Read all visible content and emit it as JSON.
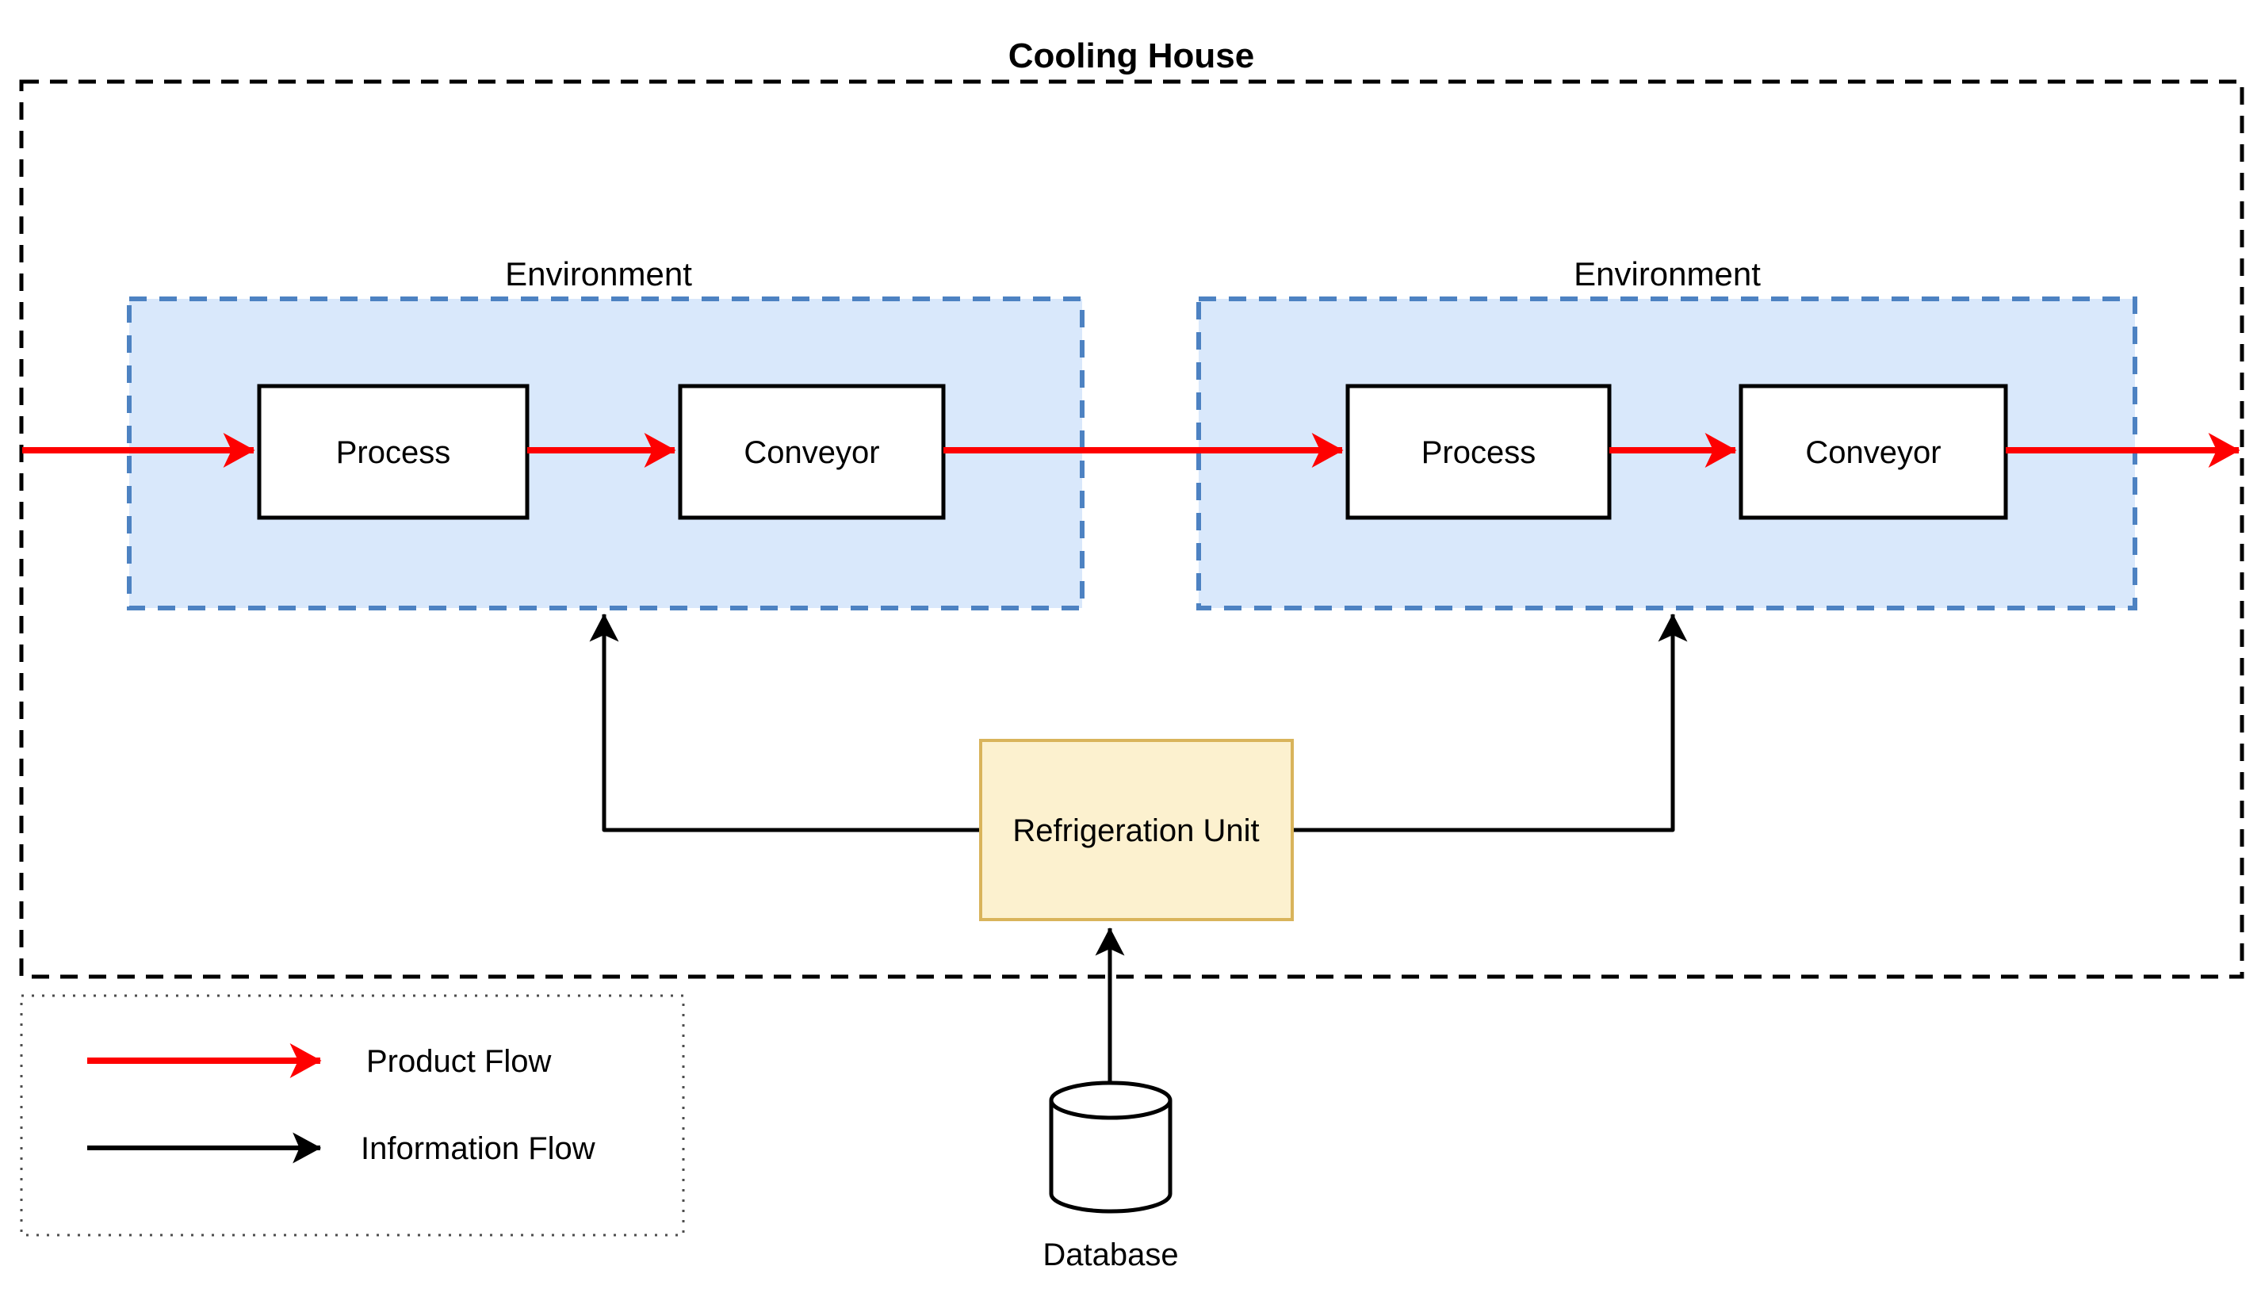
{
  "diagram": {
    "title": "Cooling House",
    "environments": [
      {
        "label": "Environment",
        "nodes": [
          {
            "label": "Process"
          },
          {
            "label": "Conveyor"
          }
        ]
      },
      {
        "label": "Environment",
        "nodes": [
          {
            "label": "Process"
          },
          {
            "label": "Conveyor"
          }
        ]
      }
    ],
    "refrigeration_unit": {
      "label": "Refrigeration Unit"
    },
    "database": {
      "label": "Database"
    },
    "legend": {
      "items": [
        {
          "label": "Product Flow",
          "color": "#fe0000"
        },
        {
          "label": "Information Flow",
          "color": "#000000"
        }
      ]
    },
    "colors": {
      "product_flow": "#fe0000",
      "information_flow": "#000000",
      "environment_fill": "#d9e8fb",
      "environment_stroke": "#4d82c2",
      "refrigeration_fill": "#fcf1cf",
      "refrigeration_stroke": "#d9b45b",
      "node_fill": "#ffffff",
      "node_stroke": "#000000",
      "boundary_stroke": "#000000",
      "legend_border": "#4d4d4d"
    }
  }
}
